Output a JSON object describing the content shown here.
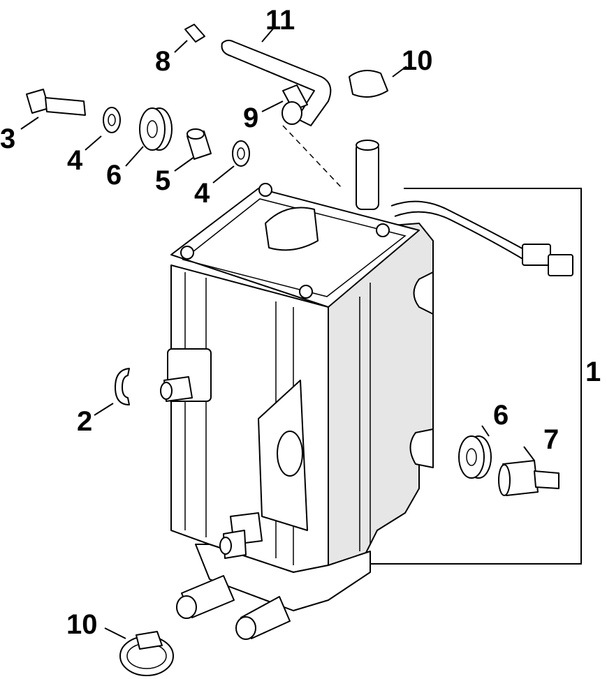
{
  "callouts": {
    "c1": "1",
    "c2": "2",
    "c3": "3",
    "c4a": "4",
    "c4b": "4",
    "c5": "5",
    "c6a": "6",
    "c6b": "6",
    "c7": "7",
    "c8": "8",
    "c9": "9",
    "c10a": "10",
    "c10b": "10",
    "c11": "11"
  }
}
